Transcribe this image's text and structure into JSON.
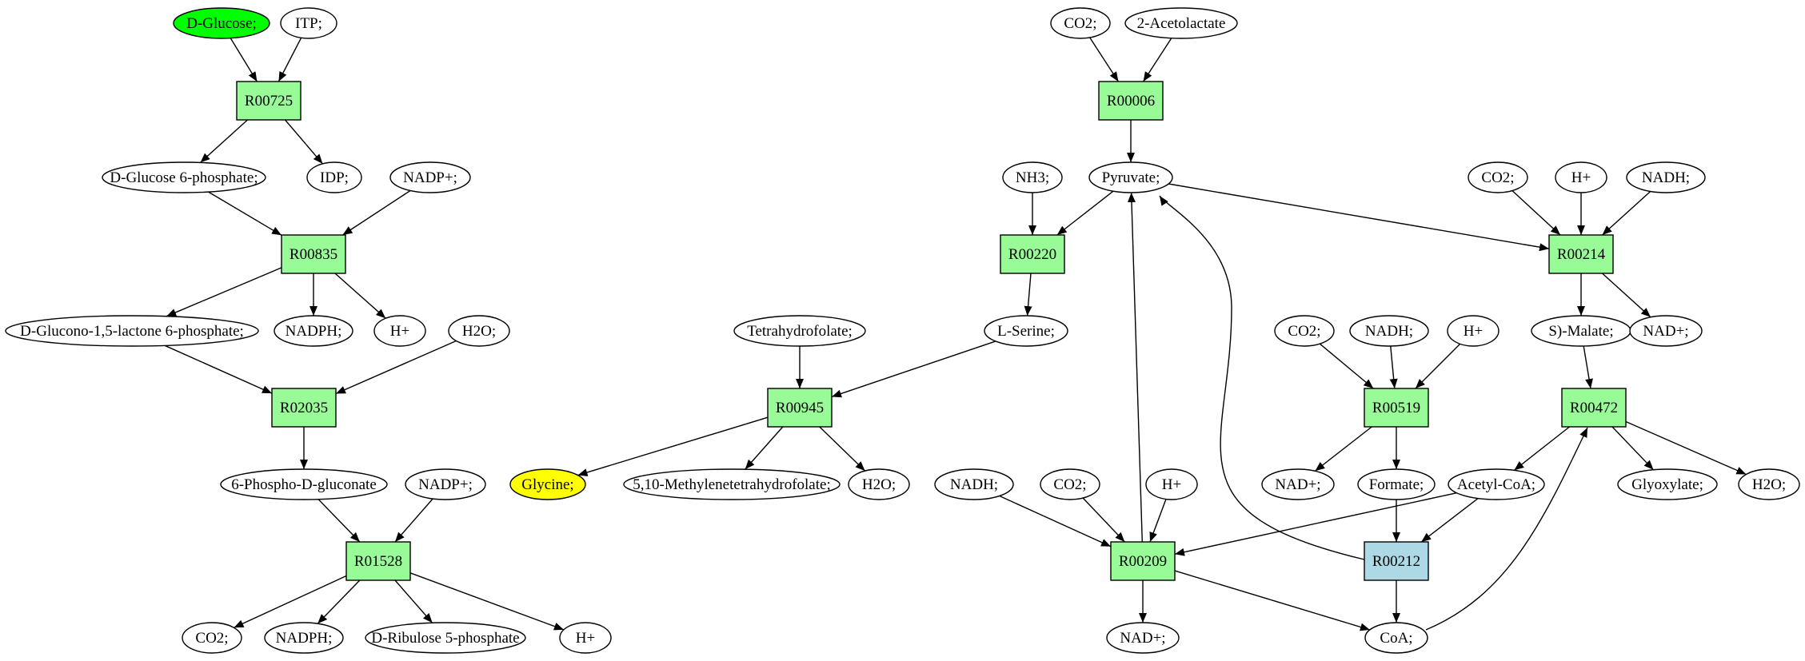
{
  "colors": {
    "metabolite_default": "#ffffff",
    "source": "#00ff00",
    "target": "#ffff00",
    "reaction_default": "#98fb98",
    "reaction_highlight": "#add8e6",
    "edge": "#000000"
  },
  "metabolites": [
    {
      "id": "dglucose",
      "label": "D-Glucose;",
      "fill": "#00ff00"
    },
    {
      "id": "itp",
      "label": "ITP;"
    },
    {
      "id": "g6p",
      "label": "D-Glucose 6-phosphate;"
    },
    {
      "id": "idp",
      "label": "IDP;"
    },
    {
      "id": "nadp1",
      "label": "NADP+;"
    },
    {
      "id": "glucono",
      "label": "D-Glucono-1,5-lactone 6-phosphate;"
    },
    {
      "id": "nadph1",
      "label": "NADPH;"
    },
    {
      "id": "h1",
      "label": "H+"
    },
    {
      "id": "h2o1",
      "label": "H2O;"
    },
    {
      "id": "pgluconate",
      "label": "6-Phospho-D-gluconate"
    },
    {
      "id": "nadp2",
      "label": "NADP+;"
    },
    {
      "id": "co2a",
      "label": "CO2;"
    },
    {
      "id": "nadph2",
      "label": "NADPH;"
    },
    {
      "id": "ribulose",
      "label": "D-Ribulose 5-phosphate"
    },
    {
      "id": "h2",
      "label": "H+"
    },
    {
      "id": "thf",
      "label": "Tetrahydrofolate;"
    },
    {
      "id": "glycine",
      "label": "Glycine;",
      "fill": "#ffff00"
    },
    {
      "id": "methylene",
      "label": "5,10-Methylenetetrahydrofolate;"
    },
    {
      "id": "h2o2",
      "label": "H2O;"
    },
    {
      "id": "co2b",
      "label": "CO2;"
    },
    {
      "id": "acetolactate",
      "label": "2-Acetolactate"
    },
    {
      "id": "nh3",
      "label": "NH3;"
    },
    {
      "id": "pyruvate",
      "label": "Pyruvate;"
    },
    {
      "id": "lserine",
      "label": "L-Serine;"
    },
    {
      "id": "nadh1",
      "label": "NADH;"
    },
    {
      "id": "co2c",
      "label": "CO2;"
    },
    {
      "id": "h3",
      "label": "H+"
    },
    {
      "id": "nad1",
      "label": "NAD+;"
    },
    {
      "id": "co2d",
      "label": "CO2;"
    },
    {
      "id": "nadh2",
      "label": "NADH;"
    },
    {
      "id": "h4",
      "label": "H+"
    },
    {
      "id": "nad2",
      "label": "NAD+;"
    },
    {
      "id": "formate",
      "label": "Formate;"
    },
    {
      "id": "acetylcoa",
      "label": "Acetyl-CoA;"
    },
    {
      "id": "coa",
      "label": "CoA;"
    },
    {
      "id": "co2e",
      "label": "CO2;"
    },
    {
      "id": "h5",
      "label": "H+"
    },
    {
      "id": "nadh3",
      "label": "NADH;"
    },
    {
      "id": "smalate",
      "label": "S)-Malate;"
    },
    {
      "id": "nad3",
      "label": "NAD+;"
    },
    {
      "id": "glyoxylate",
      "label": "Glyoxylate;"
    },
    {
      "id": "h2o3",
      "label": "H2O;"
    }
  ],
  "reactions": [
    {
      "id": "r00725",
      "label": "R00725"
    },
    {
      "id": "r00835",
      "label": "R00835"
    },
    {
      "id": "r02035",
      "label": "R02035"
    },
    {
      "id": "r01528",
      "label": "R01528"
    },
    {
      "id": "r00945",
      "label": "R00945"
    },
    {
      "id": "r00006",
      "label": "R00006"
    },
    {
      "id": "r00220",
      "label": "R00220"
    },
    {
      "id": "r00209",
      "label": "R00209"
    },
    {
      "id": "r00519",
      "label": "R00519"
    },
    {
      "id": "r00212",
      "label": "R00212",
      "fill": "#add8e6"
    },
    {
      "id": "r00214",
      "label": "R00214"
    },
    {
      "id": "r00472",
      "label": "R00472"
    }
  ],
  "edges": [
    {
      "from": "dglucose",
      "to": "r00725"
    },
    {
      "from": "itp",
      "to": "r00725"
    },
    {
      "from": "r00725",
      "to": "g6p"
    },
    {
      "from": "r00725",
      "to": "idp"
    },
    {
      "from": "g6p",
      "to": "r00835"
    },
    {
      "from": "nadp1",
      "to": "r00835"
    },
    {
      "from": "r00835",
      "to": "glucono"
    },
    {
      "from": "r00835",
      "to": "nadph1"
    },
    {
      "from": "r00835",
      "to": "h1"
    },
    {
      "from": "glucono",
      "to": "r02035"
    },
    {
      "from": "h2o1",
      "to": "r02035"
    },
    {
      "from": "r02035",
      "to": "pgluconate"
    },
    {
      "from": "pgluconate",
      "to": "r01528"
    },
    {
      "from": "nadp2",
      "to": "r01528"
    },
    {
      "from": "r01528",
      "to": "co2a"
    },
    {
      "from": "r01528",
      "to": "nadph2"
    },
    {
      "from": "r01528",
      "to": "ribulose"
    },
    {
      "from": "r01528",
      "to": "h2"
    },
    {
      "from": "co2b",
      "to": "r00006"
    },
    {
      "from": "acetolactate",
      "to": "r00006"
    },
    {
      "from": "r00006",
      "to": "pyruvate"
    },
    {
      "from": "nh3",
      "to": "r00220"
    },
    {
      "from": "pyruvate",
      "to": "r00220"
    },
    {
      "from": "r00220",
      "to": "lserine"
    },
    {
      "from": "lserine",
      "to": "r00945"
    },
    {
      "from": "thf",
      "to": "r00945"
    },
    {
      "from": "r00945",
      "to": "glycine"
    },
    {
      "from": "r00945",
      "to": "methylene"
    },
    {
      "from": "r00945",
      "to": "h2o2"
    },
    {
      "from": "pyruvate",
      "to": "r00214"
    },
    {
      "from": "co2e",
      "to": "r00214"
    },
    {
      "from": "h5",
      "to": "r00214"
    },
    {
      "from": "nadh3",
      "to": "r00214"
    },
    {
      "from": "r00214",
      "to": "smalate"
    },
    {
      "from": "r00214",
      "to": "nad3"
    },
    {
      "from": "smalate",
      "to": "r00472"
    },
    {
      "from": "coa",
      "to": "r00472"
    },
    {
      "from": "r00472",
      "to": "acetylcoa"
    },
    {
      "from": "r00472",
      "to": "glyoxylate"
    },
    {
      "from": "r00472",
      "to": "h2o3"
    },
    {
      "from": "co2d",
      "to": "r00519"
    },
    {
      "from": "nadh2",
      "to": "r00519"
    },
    {
      "from": "h4",
      "to": "r00519"
    },
    {
      "from": "r00519",
      "to": "nad2"
    },
    {
      "from": "r00519",
      "to": "formate"
    },
    {
      "from": "formate",
      "to": "r00212"
    },
    {
      "from": "acetylcoa",
      "to": "r00212"
    },
    {
      "from": "r00212",
      "to": "coa"
    },
    {
      "from": "r00212",
      "to": "pyruvate"
    },
    {
      "from": "nadh1",
      "to": "r00209"
    },
    {
      "from": "co2c",
      "to": "r00209"
    },
    {
      "from": "h3",
      "to": "r00209"
    },
    {
      "from": "acetylcoa",
      "to": "r00209"
    },
    {
      "from": "r00209",
      "to": "pyruvate"
    },
    {
      "from": "r00209",
      "to": "nad1"
    },
    {
      "from": "r00209",
      "to": "coa"
    }
  ]
}
